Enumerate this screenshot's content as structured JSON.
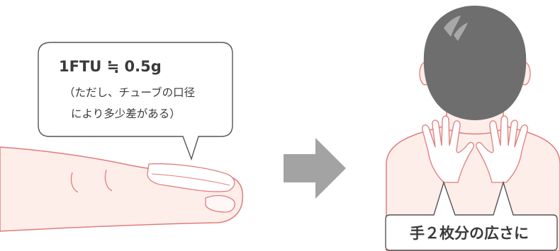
{
  "speech_bubble": {
    "title": "1FTU ≒ 0.5g",
    "note_line1": "（ただし、チューブの口径",
    "note_line2": "により多少差がある）"
  },
  "caption": {
    "text": "手２枚分の広さに"
  },
  "icons": {
    "finger": "fingertip-with-ointment-icon",
    "arrow": "right-arrow-icon",
    "person": "person-back-with-two-hands-icon"
  },
  "colors": {
    "skin": "#fdeeea",
    "skin_outline": "#e07c7c",
    "hair": "#6e6e6e",
    "arrow": "#a3a3a3",
    "text": "#3a3a3a",
    "bubble_border": "#555555"
  }
}
